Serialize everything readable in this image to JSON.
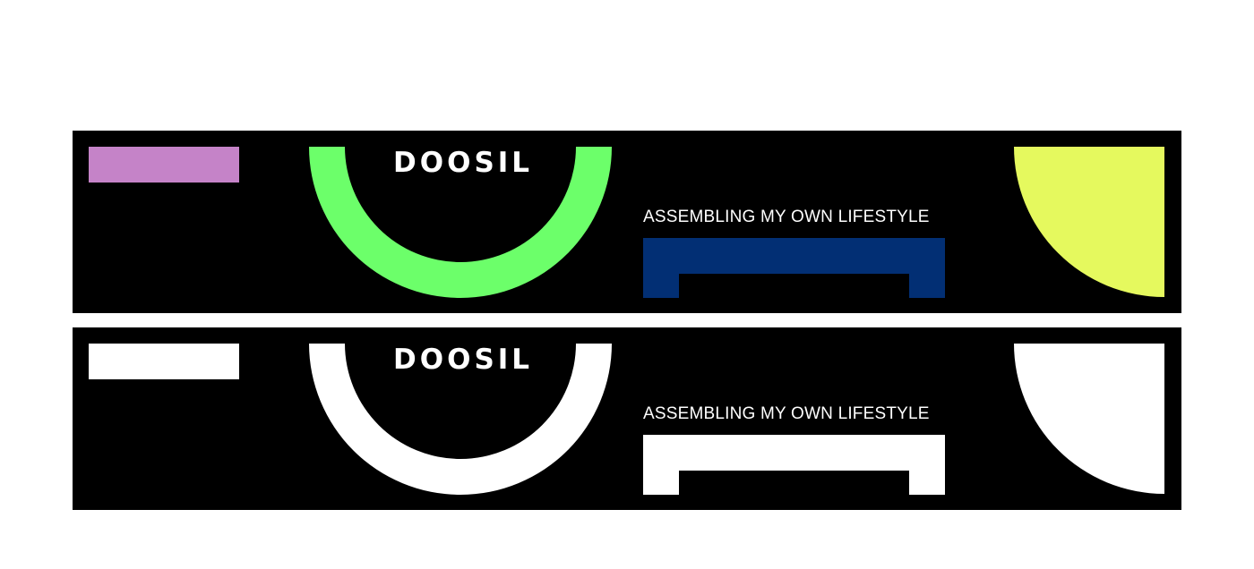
{
  "banners": [
    {
      "variant": "color",
      "brand": "DOOSIL",
      "tagline": "ASSEMBLING MY OWN LIFESTYLE",
      "colors": {
        "background": "#000000",
        "rectangle": "#c583c8",
        "arc": "#6cff6a",
        "bracket": "#022f74",
        "quarter_circle": "#e5f95e",
        "text": "#ffffff"
      }
    },
    {
      "variant": "mono",
      "brand": "DOOSIL",
      "tagline": "ASSEMBLING MY OWN LIFESTYLE",
      "colors": {
        "background": "#000000",
        "rectangle": "#ffffff",
        "arc": "#ffffff",
        "bracket": "#ffffff",
        "quarter_circle": "#ffffff",
        "text": "#ffffff"
      }
    }
  ]
}
